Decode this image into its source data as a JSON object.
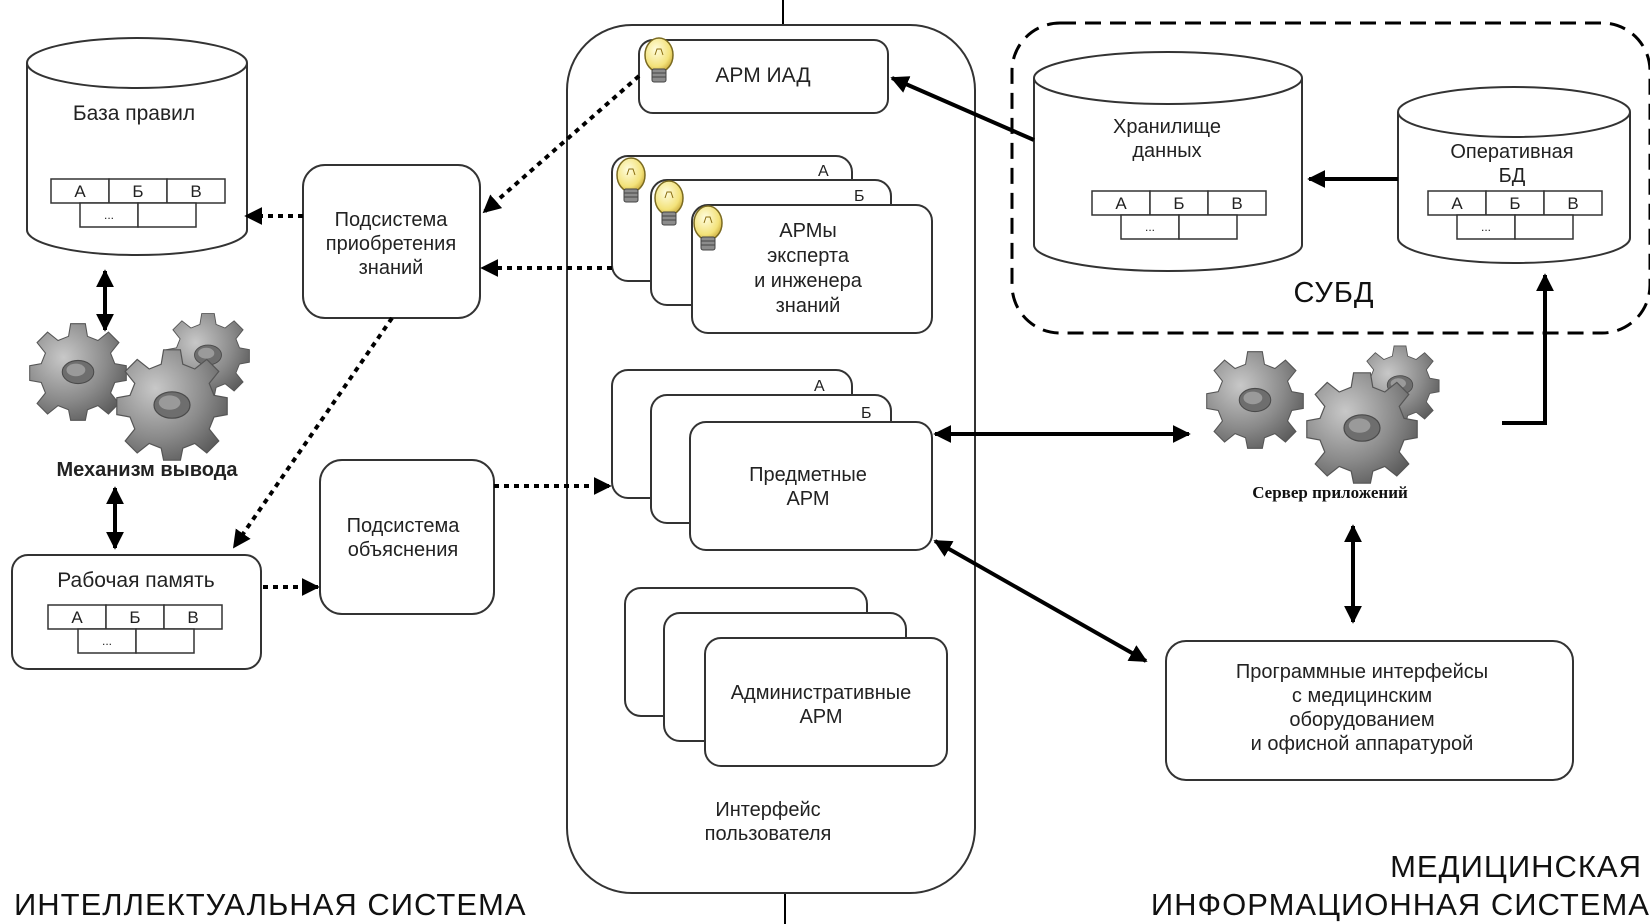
{
  "left_system": {
    "title": "ИНТЕЛЛЕКТУАЛЬНАЯ СИСТЕМА",
    "rule_base": {
      "label": "База правил",
      "cells": [
        "А",
        "Б",
        "В"
      ],
      "cell_more": "..."
    },
    "inference_engine": {
      "label": "Механизм вывода"
    },
    "working_memory": {
      "label": "Рабочая память",
      "cells": [
        "А",
        "Б",
        "В"
      ],
      "cell_more": "..."
    },
    "knowledge_acquisition": {
      "lines": [
        "Подсистема",
        "приобретения",
        "знаний"
      ]
    },
    "explanation": {
      "lines": [
        "Подсистема",
        "объяснения"
      ]
    }
  },
  "user_interface": {
    "caption_lines": [
      "Интерфейс",
      "пользователя"
    ],
    "arm_iad": {
      "label": "АРМ ИАД"
    },
    "expert_arms": {
      "lines": [
        "АРМы",
        "эксперта",
        "и инженера",
        "знаний"
      ],
      "tabs": [
        "А",
        "Б"
      ]
    },
    "subject_arms": {
      "lines": [
        "Предметные",
        "АРМ"
      ],
      "tabs": [
        "А",
        "Б"
      ]
    },
    "admin_arms": {
      "lines": [
        "Административные",
        "АРМ"
      ]
    }
  },
  "right_system": {
    "title_lines": [
      "МЕДИЦИНСКАЯ",
      "ИНФОРМАЦИОННАЯ СИСТЕМА"
    ],
    "dbms": {
      "label": "СУБД",
      "warehouse": {
        "lines": [
          "Хранилище",
          "данных"
        ],
        "cells": [
          "А",
          "Б",
          "В"
        ],
        "cell_more": "..."
      },
      "operational_db": {
        "lines": [
          "Оперативная",
          "БД"
        ],
        "cells": [
          "А",
          "Б",
          "В"
        ],
        "cell_more": "..."
      }
    },
    "app_server": {
      "label": "Сервер приложений"
    },
    "interfaces": {
      "lines": [
        "Программные интерфейсы",
        "с медицинским",
        "оборудованием",
        "и офисной аппаратурой"
      ]
    }
  }
}
